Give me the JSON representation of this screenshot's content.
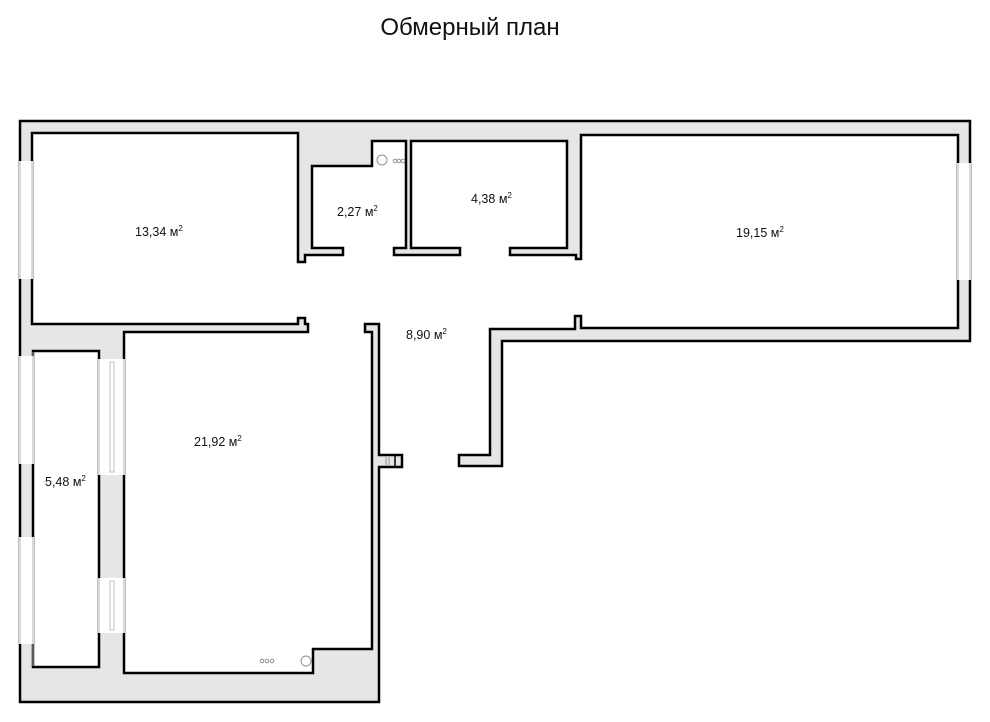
{
  "title": "Обмерный план",
  "unit": "м",
  "unit_exponent": "2",
  "colors": {
    "wall_fill": "#e6e6e6",
    "wall_stroke": "#000000",
    "window_line": "#b5b5b5"
  },
  "rooms": [
    {
      "name": "room-13-34",
      "area": "13,34"
    },
    {
      "name": "room-2-27",
      "area": "2,27"
    },
    {
      "name": "room-4-38",
      "area": "4,38"
    },
    {
      "name": "room-19-15",
      "area": "19,15"
    },
    {
      "name": "hallway-8-90",
      "area": "8,90"
    },
    {
      "name": "room-21-92",
      "area": "21,92"
    },
    {
      "name": "balcony-5-48",
      "area": "5,48"
    }
  ]
}
